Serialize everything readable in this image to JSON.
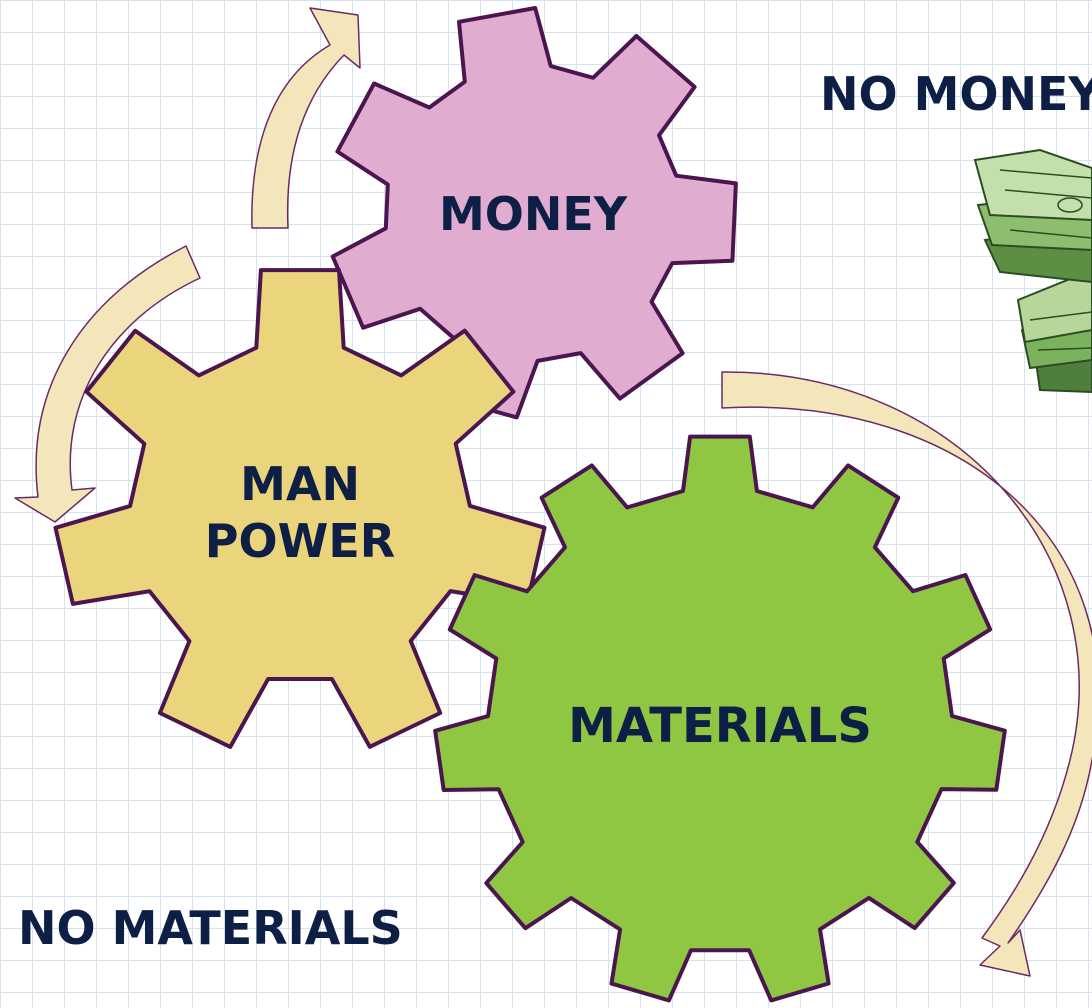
{
  "gears": {
    "money": {
      "label": "MONEY",
      "fill": "#e0acd0"
    },
    "manpower": {
      "line1": "MAN",
      "line2": "POWER",
      "fill": "#ead47c"
    },
    "materials": {
      "label": "MATERIALS",
      "fill": "#8fc743"
    }
  },
  "captions": {
    "no_money": "NO MONEY",
    "no_materials": "NO MATERIALS"
  },
  "colors": {
    "outline": "#4b1650",
    "text": "#0e1f45",
    "arrow_fill": "#f3e6bb",
    "arrow_stroke": "#6b2a63"
  },
  "icons": {
    "money_stack": "money-stack-icon"
  }
}
